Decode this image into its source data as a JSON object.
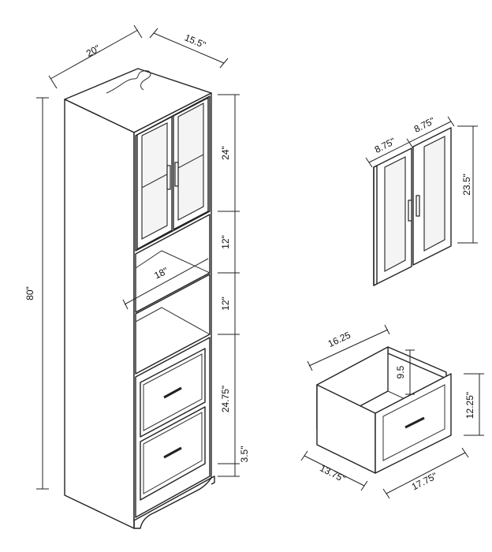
{
  "cabinet": {
    "dims": {
      "width": "20\"",
      "depth": "15.5\"",
      "height": "80\"",
      "door_section": "24\"",
      "open_shelf_1": "12\"",
      "open_shelf_2": "12\"",
      "shelf_width": "18\"",
      "drawer_section": "24.75\"",
      "base": "3.5\""
    }
  },
  "doors": {
    "dims": {
      "left_width": "8.75\"",
      "right_width": "8.75\"",
      "height": "23.5\""
    }
  },
  "drawer": {
    "dims": {
      "width": "16.25",
      "inner_height": "9.5",
      "height": "12.25\"",
      "depth": "13.75\"",
      "front_width": "17.75\""
    }
  }
}
